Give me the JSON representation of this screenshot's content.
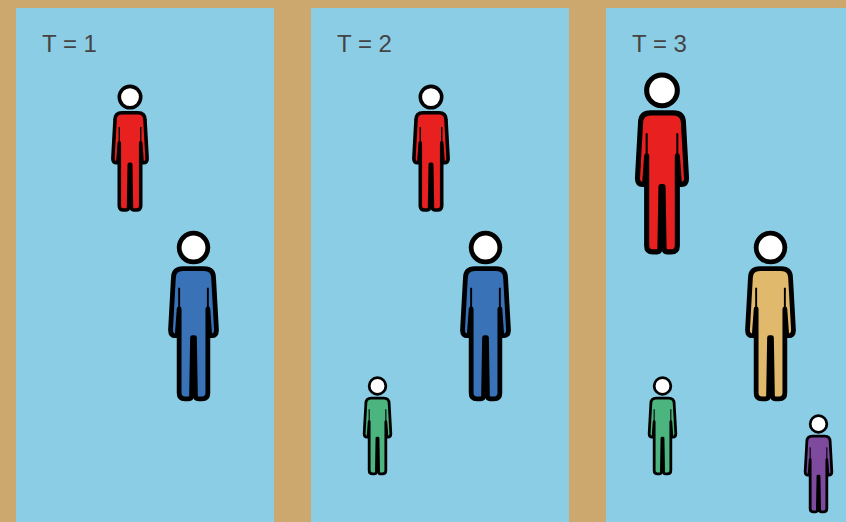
{
  "diagram": {
    "nodes": [
      {
        "text": [
          "T = 1"
        ]
      },
      {
        "text": [
          "T = 2"
        ]
      },
      {
        "text": [
          "T = 3"
        ]
      }
    ]
  }
}
